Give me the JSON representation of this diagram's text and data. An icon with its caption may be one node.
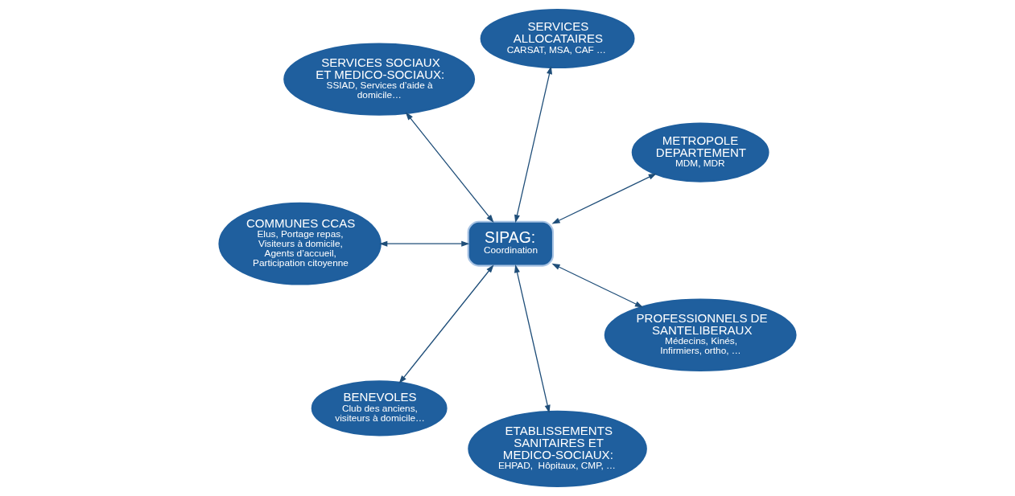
{
  "diagram": {
    "nodes": [
      {
        "text": [
          "METROPOLE DEPARTEMENT",
          "MDM, MDR"
        ]
      },
      {
        "text": [
          "SERVICES ALLOCATAIRES",
          "CARSAT, MSA, CAF …"
        ]
      },
      {
        "text": [
          "SERVICES SOCIAUX ET MEDICO-SOCIAUX:",
          "SSIAD, Services d’aide à domicile…"
        ]
      },
      {
        "text": [
          "COMMUNES CCAS",
          "Elus, Portage repas, Visiteurs à domicile, Agents d’accueil, Participation citoyenne"
        ]
      },
      {
        "text": [
          "SIPAG:",
          "Coordination"
        ]
      },
      {
        "text": [
          "BENEVOLES",
          "Club des anciens, visiteurs à domicile…"
        ]
      },
      {
        "text": [
          "ETABLISSEMENTS SANITAIRES ET MEDICO-SOCIAUX:",
          "EHPAD,  Hôpitaux, CMP, …"
        ]
      },
      {
        "text": [
          "PROFESSIONNELS DE SANTELIBERAUX",
          "Médecins, Kinés, Infirmiers, ortho, …"
        ]
      }
    ],
    "edges": [
      {
        "from": 4,
        "to": 0,
        "arrow": "both"
      },
      {
        "from": 4,
        "to": 1,
        "arrow": "both"
      },
      {
        "from": 4,
        "to": 2,
        "arrow": "both"
      },
      {
        "from": 4,
        "to": 3,
        "arrow": "both"
      },
      {
        "from": 4,
        "to": 5,
        "arrow": "both"
      },
      {
        "from": 4,
        "to": 6,
        "arrow": "both"
      },
      {
        "from": 4,
        "to": 7,
        "arrow": "both"
      }
    ]
  }
}
